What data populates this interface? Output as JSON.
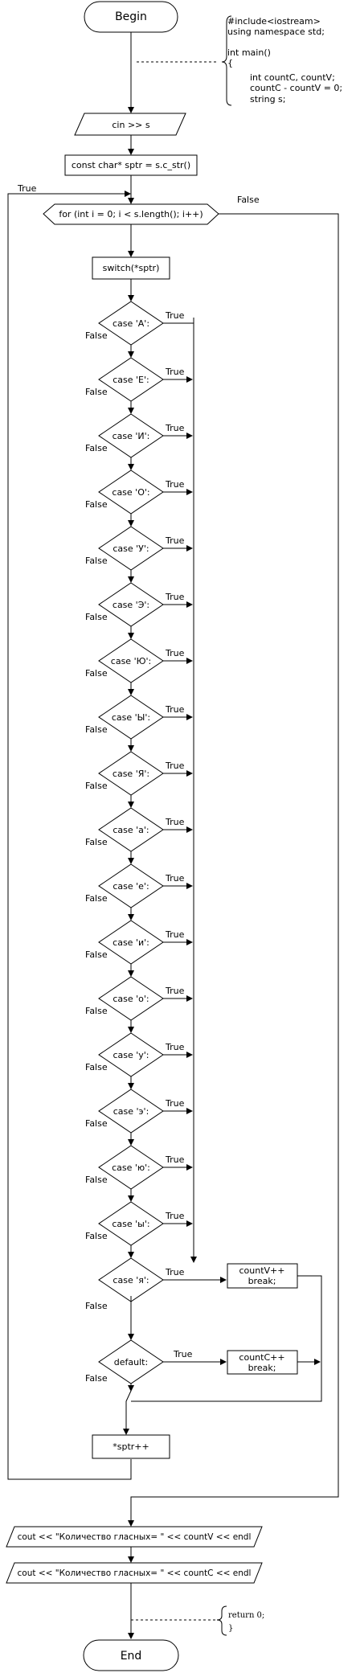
{
  "flowchart": {
    "start_label": "Begin",
    "end_label": "End",
    "header_comment": [
      "#include<iostream>",
      "using namespace std;",
      "",
      "int main()",
      "{",
      "        int countC, countV;",
      "        countC - countV = 0;",
      "        string s;"
    ],
    "footer_comment": [
      "return 0;",
      "}"
    ],
    "input_label": "cin >> s",
    "pointer_label": "const char* sptr = s.c_str()",
    "loop_label": "for (int i = 0; i < s.length(); i++)",
    "switch_label": "switch(*sptr)",
    "cases": [
      "case 'А':",
      "case 'Е':",
      "case 'И':",
      "case 'О':",
      "case 'У':",
      "case 'Э':",
      "case 'Ю':",
      "case 'Ы':",
      "case 'Я':",
      "case 'а':",
      "case 'е':",
      "case 'и':",
      "case 'о':",
      "case 'у':",
      "case 'э':",
      "case 'ю':",
      "case 'ы':",
      "case 'я':"
    ],
    "default_label": "default:",
    "vowel_action": [
      "countV++",
      "break;"
    ],
    "consonant_action": [
      "countC++",
      "break;"
    ],
    "increment_label": "*sptr++",
    "output_vowels": "cout << \"Количество гласных= \" << countV << endl",
    "output_consonants": "cout << \"Количество гласных= \" << countC << endl",
    "true_label": "True",
    "false_label": "False"
  }
}
